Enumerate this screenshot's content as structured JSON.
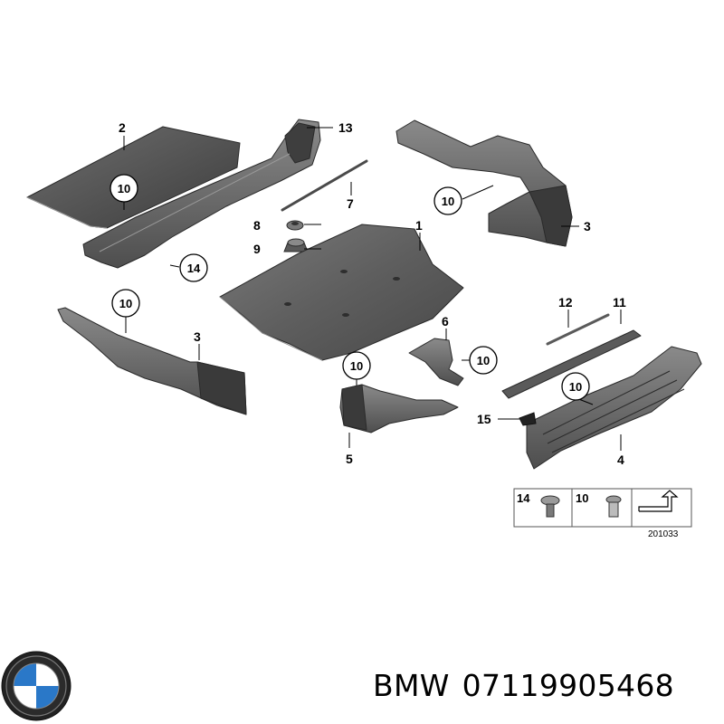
{
  "callouts": {
    "c1": "1",
    "c2": "2",
    "c3a": "3",
    "c3b": "3",
    "c4": "4",
    "c5": "5",
    "c6": "6",
    "c7": "7",
    "c8": "8",
    "c9": "9",
    "c11": "11",
    "c12": "12",
    "c13": "13",
    "c14": "14",
    "c15": "15",
    "c10a": "10",
    "c10b": "10",
    "c10c": "10",
    "c10d": "10",
    "c10e": "10",
    "c10f": "10"
  },
  "legend": {
    "item_a": "14",
    "item_b": "10",
    "ref_code": "201033"
  },
  "brand": {
    "name": "BMW",
    "part_number": "07119905468"
  }
}
